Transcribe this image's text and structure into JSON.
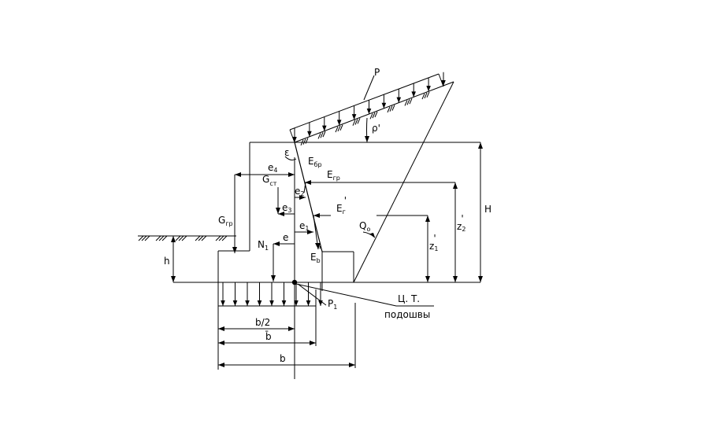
{
  "diagram": {
    "labels": {
      "P": "P",
      "rho": "ρ'",
      "eps": "ε",
      "E_bp_main": "E",
      "E_bp_sub": "бр",
      "E_gp_main": "E",
      "E_gp_sub": "гр",
      "G_st_main": "G",
      "G_st_sub": "ст",
      "G_gp_main": "G",
      "G_gp_sub": "гр",
      "e4_main": "e",
      "e4_sub": "4",
      "e2_main": "e",
      "e2_sub": "2",
      "e3_main": "e",
      "e3_sub": "3",
      "e1_main": "e",
      "e1_sub": "1",
      "e_main": "e",
      "Eg_main": "E",
      "Eg_sub": "г",
      "Eg_sup": "'",
      "Eb_main": "E",
      "Eb_sub": "b",
      "Eb_sup": "'",
      "Q0_main": "Q",
      "Q0_sub": "o",
      "N1_main": "N",
      "N1_sub": "1",
      "h": "h",
      "H": "H",
      "z1_main": "z",
      "z1_sub": "1",
      "z1_sup": "'",
      "z2_main": "z",
      "z2_sub": "2",
      "z2_sup": "'",
      "P1_main": "P",
      "P1_sub": "1",
      "ct_line1": "Ц. Т.",
      "ct_line2": "подошвы",
      "b_half": "b/2",
      "b_bar": "b̄",
      "b": "b"
    }
  }
}
